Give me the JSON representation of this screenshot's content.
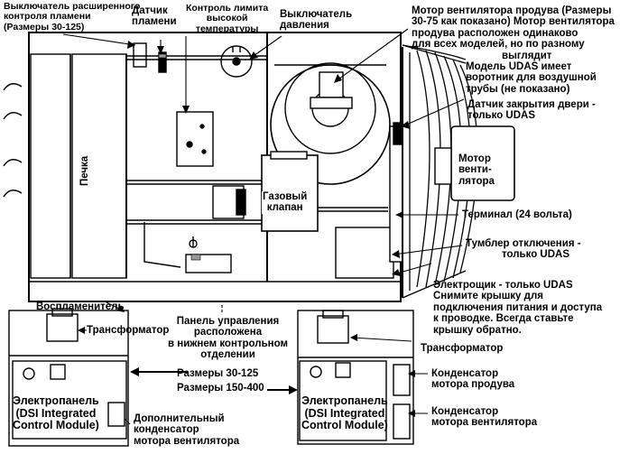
{
  "labels": {
    "extended_flame_switch": [
      "Выключатель расширенного",
      "контроля пламени",
      "(Размеры 30-125)"
    ],
    "flame_sensor": [
      "Датчик",
      "пламени"
    ],
    "high_limit_control": [
      "Контроль лимита",
      "высокой",
      "температуры"
    ],
    "pressure_switch": [
      "Выключатель",
      "давления"
    ],
    "inducer_motor": [
      "Мотор вентилятора продува (Размеры",
      "30-75 как показано) Мотор вентилятора",
      "продува расположен одинаково",
      "для всех моделей, но по разному",
      "выглядит"
    ],
    "udas_collar": [
      "Модель UDAS имеет",
      "воротник для воздушной",
      "трубы (не показано)"
    ],
    "door_sensor": [
      "Датчик закрытия двери -",
      "только UDAS"
    ],
    "fan_motor": [
      "Мотор",
      "венти-",
      "лятора"
    ],
    "furnace": "Печка",
    "gas_valve": [
      "Газовый",
      "клапан"
    ],
    "terminal": "Терминал (24 вольта)",
    "toggle_switch": [
      "Тумблер отключения -",
      "только UDAS"
    ],
    "electrical_box": [
      "Электрощик - только UDAS",
      "Снимите крышку для",
      "подключения питания и доступа",
      "к проводке. Всегда ставьте",
      "крышку обратно."
    ],
    "igniter": "Воспламенитель",
    "control_panel_note": [
      "Панель управления",
      "расположена",
      "в нижнем контрольном",
      "отделении"
    ],
    "transformer_left": "Трансформатор",
    "transformer_right": "Трансформатор",
    "sizes_30_125": "Размеры 30-125",
    "sizes_150_400": "Размеры 150-400",
    "control_module_left": [
      "Электропанель",
      "(DSI Integrated",
      "Control Module)"
    ],
    "control_module_right": [
      "Электропанель",
      "(DSI Integrated",
      "Control Module)"
    ],
    "aux_fan_capacitor": [
      "Дополнительный",
      "конденсатор",
      "мотора вентилятора"
    ],
    "inducer_capacitor": [
      "Конденсатор",
      "мотора продува"
    ],
    "fan_capacitor": [
      "Конденсатор",
      "мотора вентилятора"
    ]
  },
  "colors": {
    "ink": "#000000",
    "shade": "#9a9a9a",
    "light": "#d8d8d8",
    "paper": "#ffffff"
  }
}
